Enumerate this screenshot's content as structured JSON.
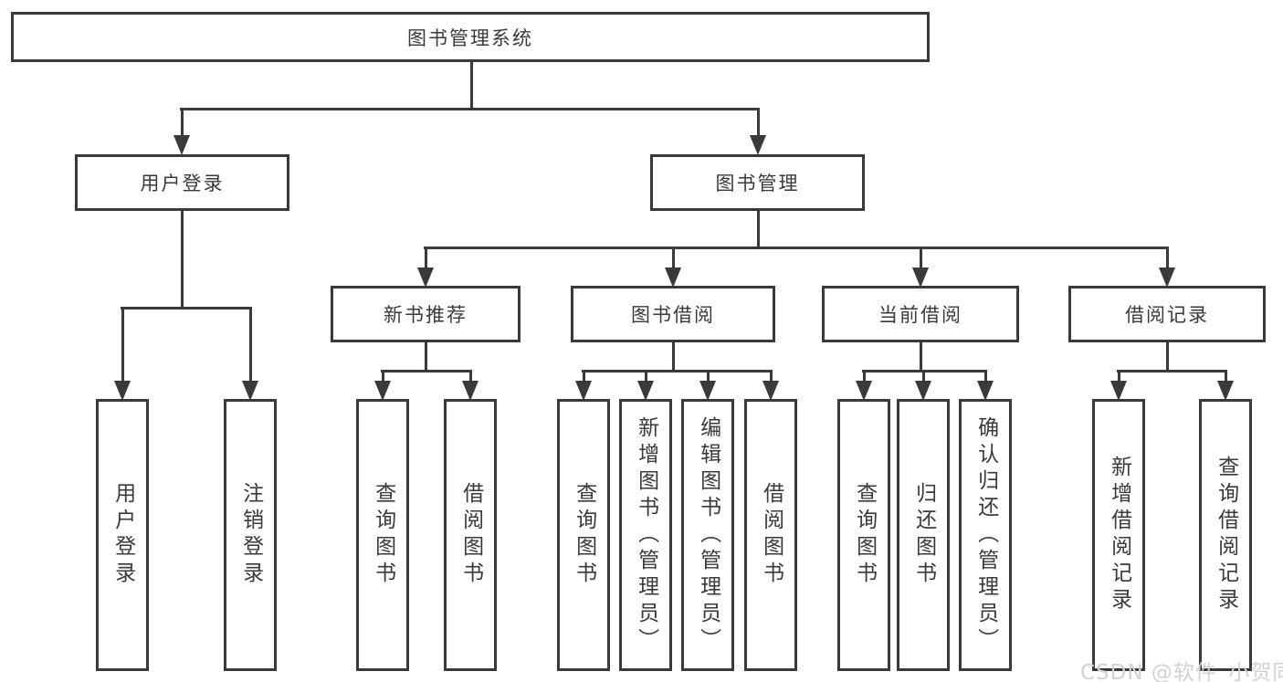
{
  "diagram": {
    "root_label": "图书管理系统",
    "level2": [
      "用户登录",
      "图书管理"
    ],
    "level3": [
      "新书推荐",
      "图书借阅",
      "当前借阅",
      "借阅记录"
    ],
    "leaves_user_login": [
      "用户登录",
      "注销登录"
    ],
    "leaves_new_book": [
      "查询图书",
      "借阅图书"
    ],
    "leaves_book_borrow": [
      "查询图书",
      "新增图书（管理员）",
      "编辑图书（管理员）",
      "借阅图书"
    ],
    "leaves_current_borrow": [
      "查询图书",
      "归还图书",
      "确认归还（管理员）"
    ],
    "leaves_borrow_records": [
      "新增借阅记录",
      "查询借阅记录"
    ]
  },
  "watermark": "CSDN @软件_小贺同学",
  "colors": {
    "line": "#3a3a3a",
    "background": "#ffffff",
    "watermark_text": "#d2d2d2"
  }
}
